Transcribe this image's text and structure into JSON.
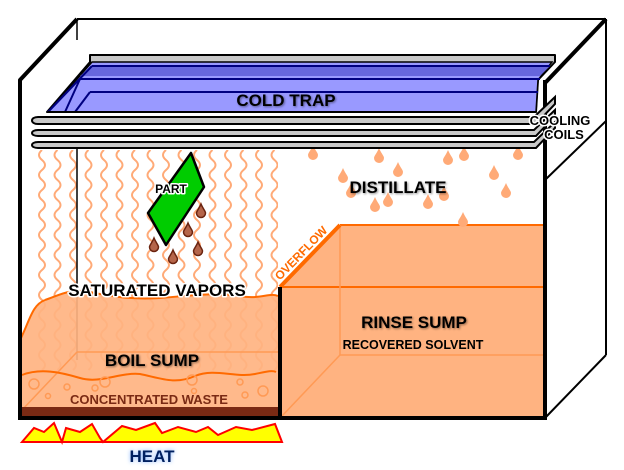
{
  "diagram": {
    "title": "Vapor degreaser schematic",
    "labels": {
      "cold_trap": "COLD TRAP",
      "cooling_coils_line1": "COOLING",
      "cooling_coils_line2": "COILS",
      "part": "PART",
      "distillate": "DISTILLATE",
      "overflow": "OVERFLOW",
      "saturated_vapors": "SATURATED VAPORS",
      "boil_sump": "BOIL SUMP",
      "concentrated_waste": "CONCENTRATED WASTE",
      "rinse_sump": "RINSE SUMP",
      "recovered_solvent": "RECOVERED SOLVENT",
      "heat": "HEAT"
    },
    "colors": {
      "tank_outline": "#000000",
      "cold_trap_fill": "#9999ff",
      "cold_trap_dark": "#6666dd",
      "cold_trap_line": "#000080",
      "coil_fill": "#c8c8c8",
      "vapor_wave": "#ffaa77",
      "solvent_fill": "#ffb381",
      "solvent_line": "#ff6a00",
      "waste_fill": "#7a2a14",
      "waste_text": "#7a2a14",
      "part_fill": "#00cc00",
      "drip_fill": "#b5654a",
      "drip_stroke": "#6b2410",
      "distillate_drop": "#ffaa77",
      "flame_fill": "#ffff00",
      "flame_stroke": "#ff0000",
      "heat_text": "#002060"
    }
  }
}
